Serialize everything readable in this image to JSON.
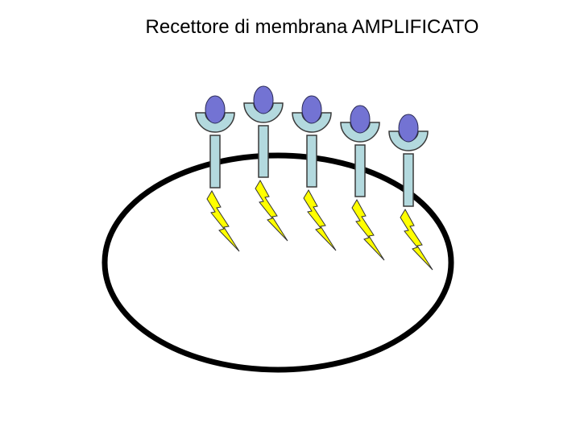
{
  "slide": {
    "title": "Recettore di membrana AMPLIFICATO"
  },
  "diagram": {
    "receptor_count": 5,
    "colors": {
      "membrane": "#000000",
      "receptor": "#b3d9de",
      "receptor_outline": "#3a3a3a",
      "ligand": "#7373d3",
      "ligand_outline": "#2a2a55",
      "signal": "#ffff00",
      "signal_outline": "#333333",
      "background": "#ffffff"
    },
    "icons": [
      "cell-membrane",
      "receptor",
      "ligand",
      "lightning-signal"
    ]
  }
}
